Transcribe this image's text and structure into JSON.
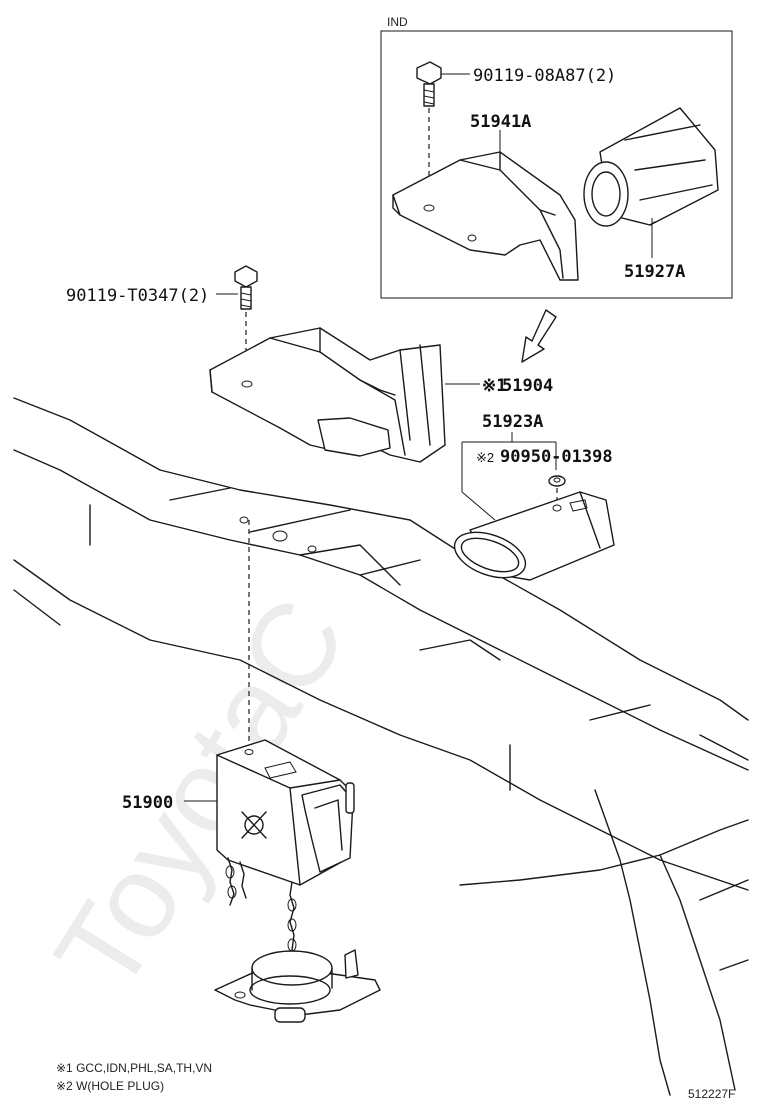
{
  "diagram": {
    "inset_title": "IND",
    "watermark": "ToyotaC",
    "page_code": "512227F",
    "notes": [
      "※1 GCC,IDN,PHL,SA,TH,VN",
      "※2 W(HOLE PLUG)"
    ],
    "parts": {
      "bolt_inset": "90119-08A87(2)",
      "bracket_inset": "51941A",
      "cap_inset": "51927A",
      "bolt_main": "90119-T0347(2)",
      "bracket_main_mark": "※1",
      "bracket_main": "51904",
      "cover": "51923A",
      "plug_mark": "※2",
      "plug": "90950-01398",
      "carrier": "51900"
    }
  }
}
